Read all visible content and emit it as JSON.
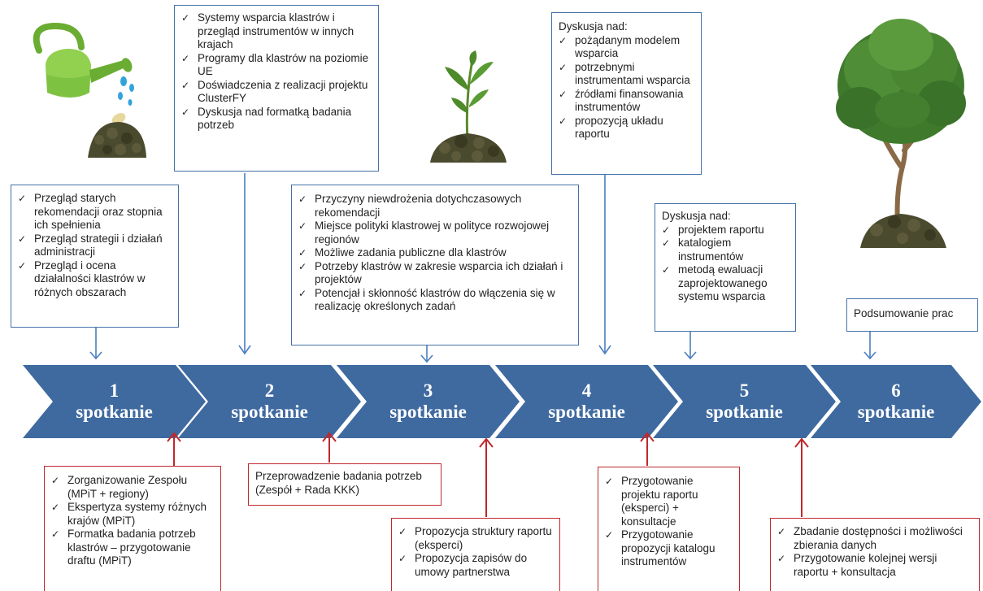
{
  "colors": {
    "chevron": "#3f6aa0",
    "blue_border": "#4472a8",
    "red_border": "#c0282b"
  },
  "chevrons": [
    {
      "number": "1",
      "label": "spotkanie"
    },
    {
      "number": "2",
      "label": "spotkanie"
    },
    {
      "number": "3",
      "label": "spotkanie"
    },
    {
      "number": "4",
      "label": "spotkanie"
    },
    {
      "number": "5",
      "label": "spotkanie"
    },
    {
      "number": "6",
      "label": "spotkanie"
    }
  ],
  "top_boxes": {
    "m1": {
      "items": [
        "Przegląd starych rekomendacji oraz stopnia ich spełnienia",
        "Przegląd strategii i działań administracji",
        "Przegląd i ocena działalności klastrów w różnych obszarach"
      ]
    },
    "m2": {
      "items": [
        "Systemy wsparcia klastrów  i przegląd instrumentów w innych krajach",
        "Programy dla klastrów na poziomie UE",
        "Doświadczenia z realizacji projektu ClusterFY",
        "Dyskusja nad formatką badania potrzeb"
      ]
    },
    "m3": {
      "items": [
        "Przyczyny niewdrożenia  dotychczasowych rekomendacji",
        "Miejsce polityki klastrowej w polityce rozwojowej regionów",
        "Możliwe zadania publiczne dla klastrów",
        "Potrzeby klastrów w zakresie wsparcia ich działań i projektów",
        "Potencjał i skłonność klastrów do włączenia się w realizację określonych zadań"
      ]
    },
    "m4": {
      "heading": "Dyskusja nad:",
      "items": [
        "pożądanym modelem wsparcia",
        "potrzebnymi instrumentami wsparcia",
        "źródłami finansowania instrumentów",
        "propozycją układu raportu"
      ]
    },
    "m5": {
      "heading": "Dyskusja nad:",
      "items": [
        "projektem  raportu",
        "katalogiem instrumentów",
        "metodą ewaluacji zaprojektowanego systemu wsparcia"
      ]
    },
    "m6": {
      "text": "Podsumowanie prac"
    }
  },
  "bottom_boxes": {
    "b1": {
      "items": [
        "Zorganizowanie Zespołu (MPiT + regiony)",
        "Ekspertyza systemy różnych krajów  (MPiT)",
        "Formatka badania potrzeb klastrów – przygotowanie draftu (MPiT)"
      ]
    },
    "b2": {
      "text": "Przeprowadzenie badania potrzeb (Zespół + Rada KKK)"
    },
    "b3": {
      "items": [
        "Propozycja struktury raportu (eksperci)",
        "Propozycja zapisów do umowy partnerstwa"
      ]
    },
    "b4": {
      "items": [
        "Przygotowanie projektu raportu (eksperci) + konsultacje",
        "Przygotowanie propozycji katalogu instrumentów"
      ]
    },
    "b5": {
      "items": [
        "Zbadanie dostępności i możliwości zbierania danych",
        "Przygotowanie kolejnej wersji raportu + konsultacja"
      ]
    }
  },
  "illustrations": [
    "watering-can",
    "seedling",
    "tree"
  ]
}
